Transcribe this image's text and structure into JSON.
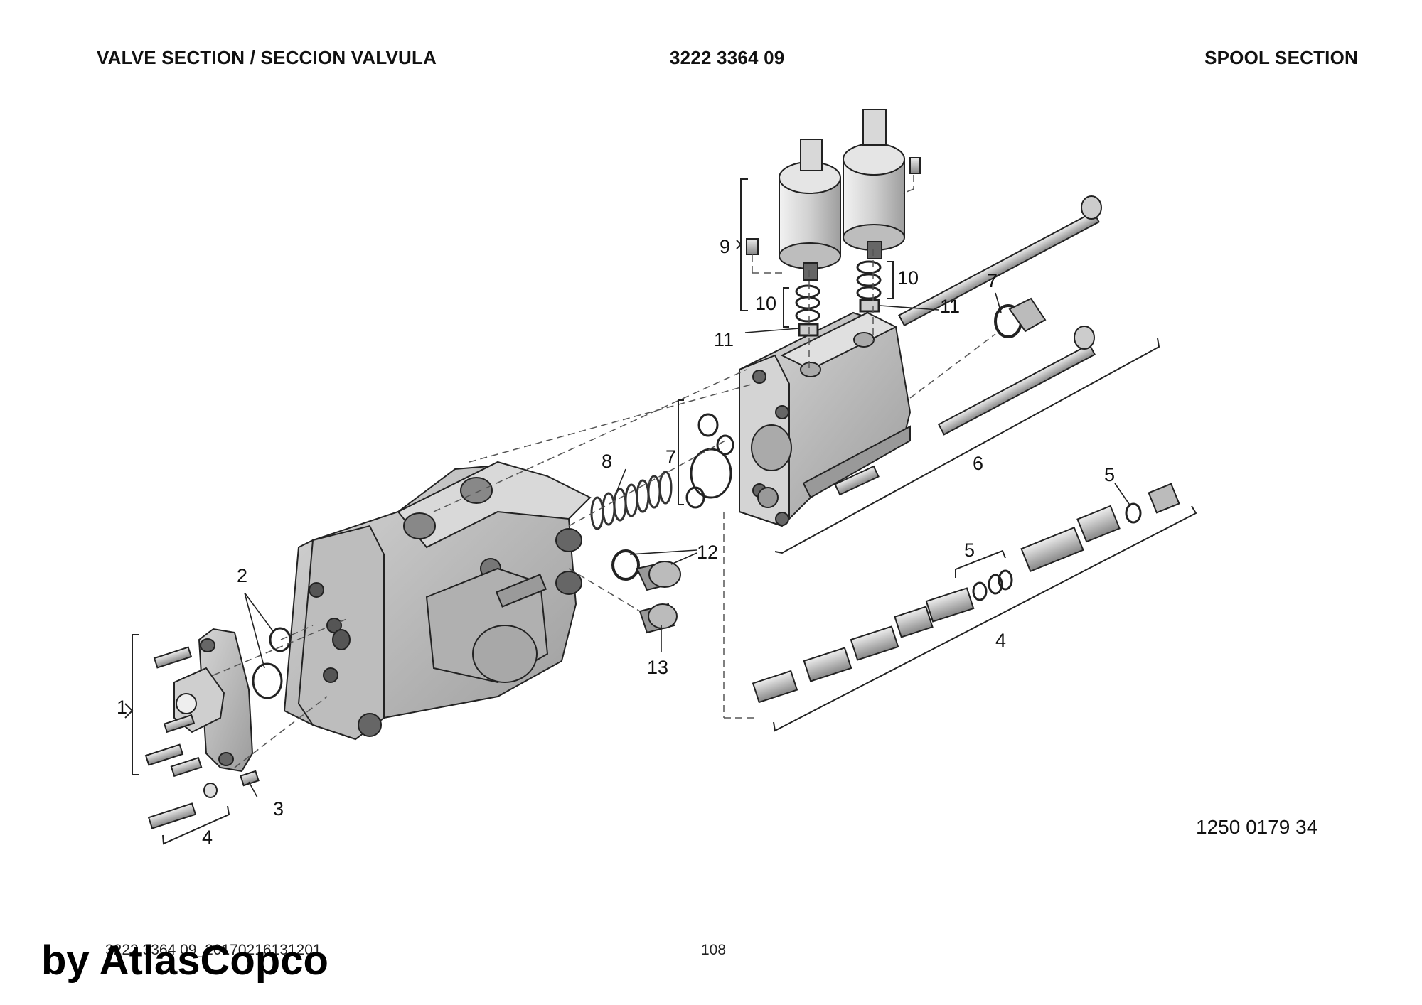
{
  "header": {
    "left": "VALVE SECTION / SECCION VALVULA",
    "center": "3222 3364 09",
    "right": "SPOOL SECTION"
  },
  "callouts": {
    "c1": "1",
    "c2": "2",
    "c3": "3",
    "c4_left": "4",
    "c4_right": "4",
    "c5_upper": "5",
    "c5_lower": "5",
    "c6": "6",
    "c7_left": "7",
    "c7_right": "7",
    "c8": "8",
    "c9": "9",
    "c10_left": "10",
    "c10_right": "10",
    "c11_left": "11",
    "c11_right": "11",
    "c12": "12",
    "c13": "13"
  },
  "drawing_id": "1250 0179 34",
  "footer": {
    "code": "3222 3364 09_20170216131201",
    "page": "108"
  },
  "watermark": "by AtlasCopco",
  "colors": {
    "part_fill": "#c9c9c9",
    "part_dark": "#9a9a9a",
    "line": "#222222"
  }
}
